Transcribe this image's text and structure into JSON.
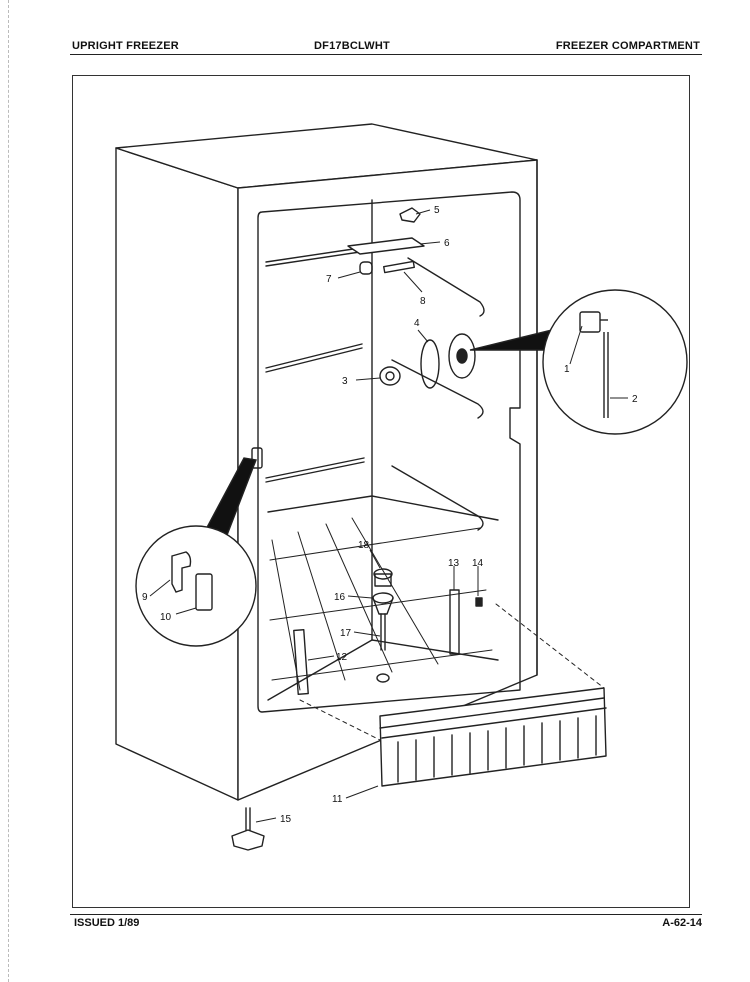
{
  "header": {
    "left": "UPRIGHT FREEZER",
    "center": "DF17BCLWHT",
    "right": "FREEZER COMPARTMENT"
  },
  "footer": {
    "issued": "ISSUED 1/89",
    "page_code": "A-62-14"
  },
  "callouts": {
    "c1": "1",
    "c2": "2",
    "c3": "3",
    "c4": "4",
    "c5": "5",
    "c6": "6",
    "c7": "7",
    "c8": "8",
    "c9": "9",
    "c10": "10",
    "c11": "11",
    "c12": "12",
    "c13": "13",
    "c14": "14",
    "c15": "15",
    "c16": "16",
    "c17": "17",
    "c18": "18"
  }
}
